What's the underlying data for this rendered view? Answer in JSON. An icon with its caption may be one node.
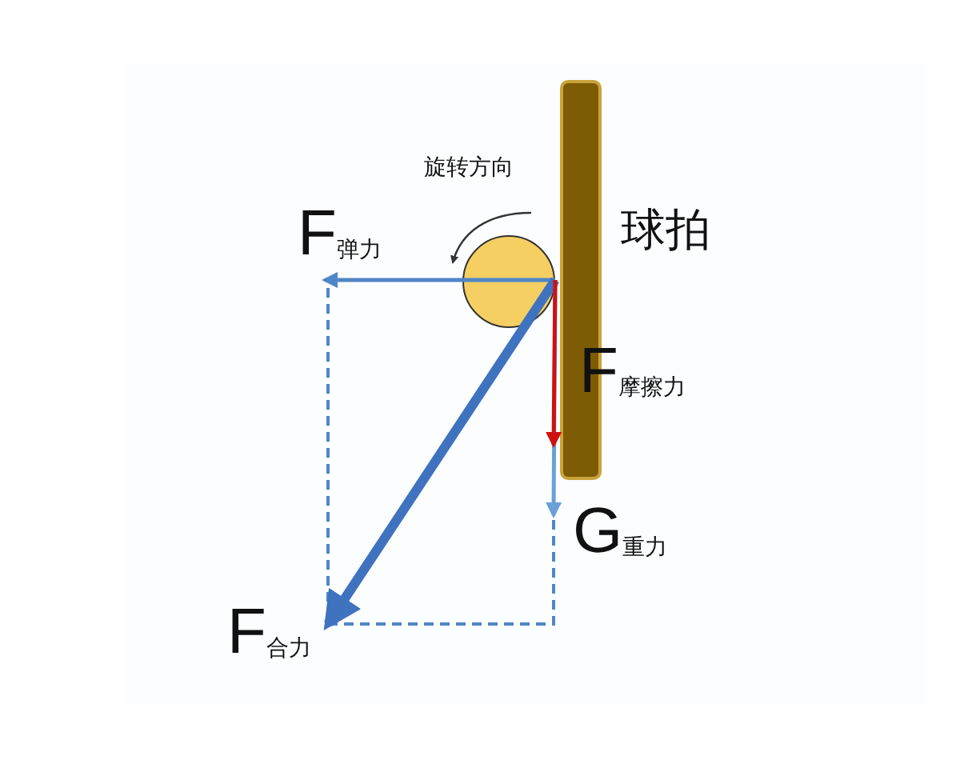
{
  "diagram": {
    "nodes": [
      {
        "text": [
          "球拍"
        ]
      },
      {
        "text": [],
        "shape": "circle"
      },
      {
        "text": [
          "F$_{弹力}$"
        ]
      },
      {
        "text": [
          "F$_{摩擦力}$"
        ]
      },
      {
        "text": [
          "G$_{重力}$"
        ]
      },
      {
        "text": [
          "F$_{合力}$"
        ]
      }
    ],
    "edges": [
      {
        "from": 1,
        "to": 2,
        "arrow": "to"
      },
      {
        "from": 1,
        "to": 5,
        "arrow": "to",
        "style": "thick"
      },
      {
        "from": 1,
        "to": 3,
        "arrow": "to",
        "color": "#d01010"
      },
      {
        "from": 1,
        "to": 4,
        "arrow": "to"
      }
    ],
    "labels": [
      "旋转方向"
    ]
  }
}
